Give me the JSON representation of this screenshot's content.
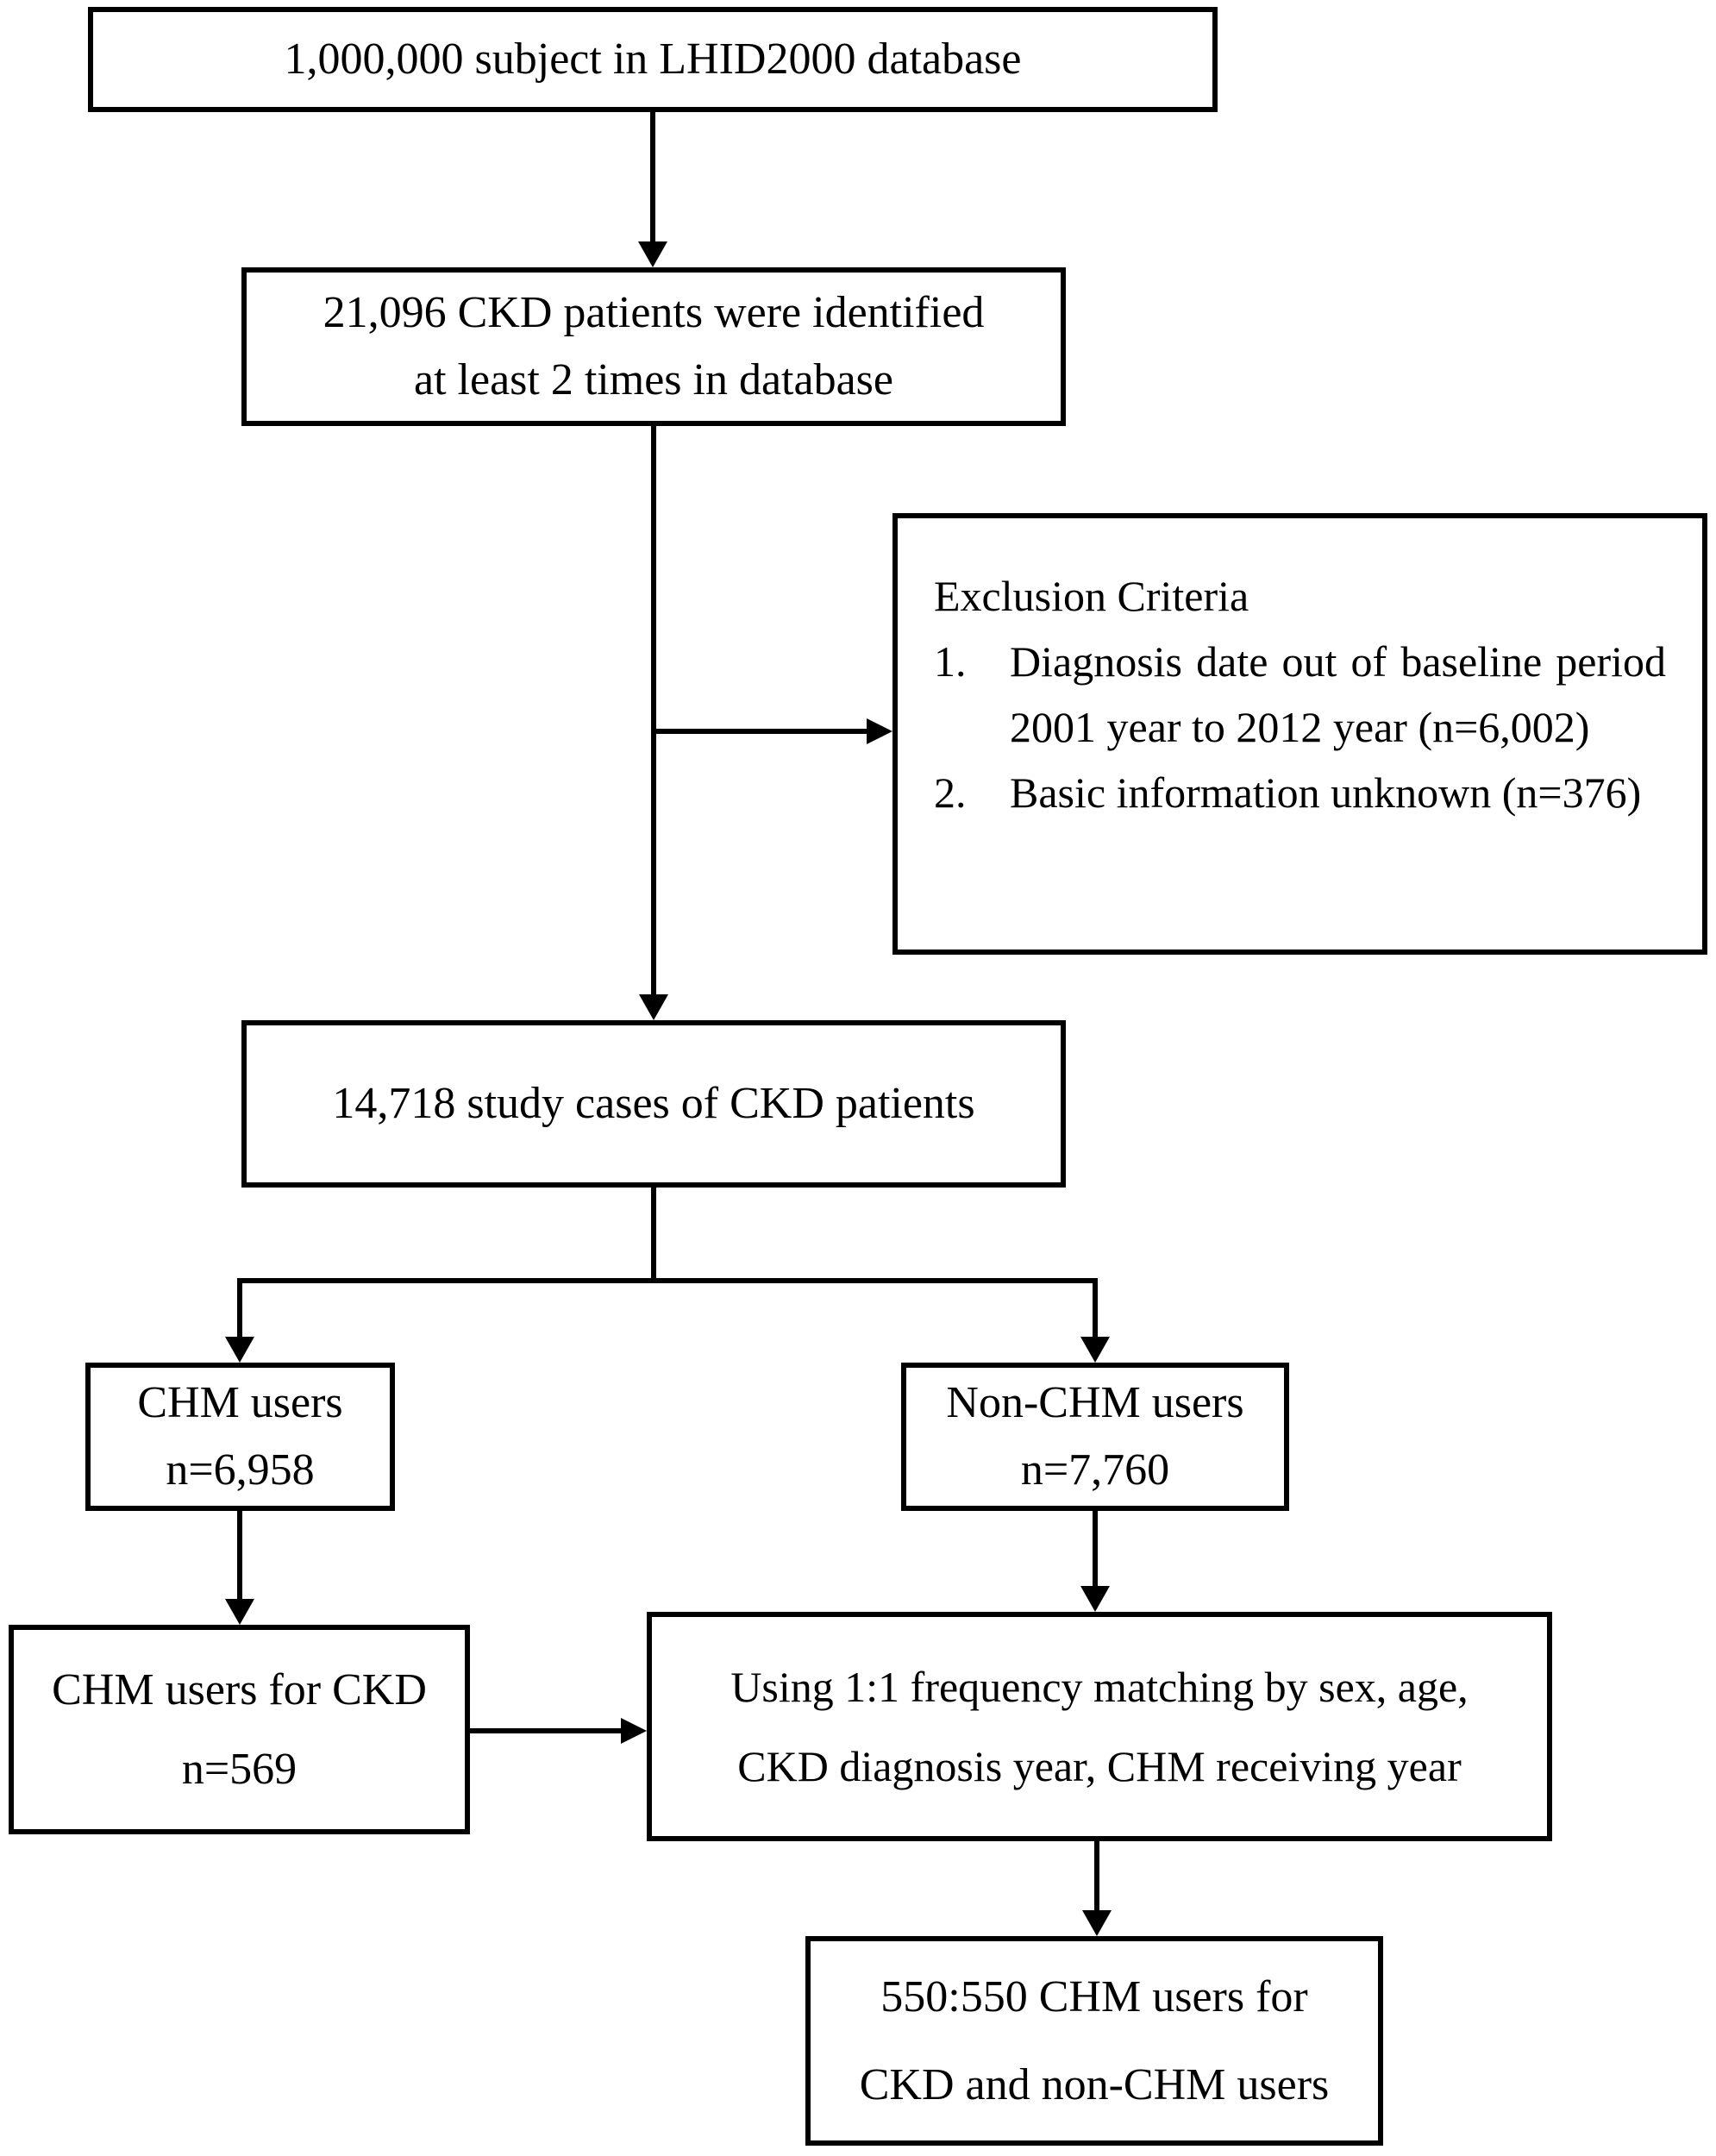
{
  "diagram": {
    "background_color": "#ffffff",
    "line_color": "#000000",
    "nodes": {
      "database": {
        "lines": [
          "1,000,000 subject in LHID2000 database"
        ]
      },
      "identified": {
        "lines": [
          "21,096 CKD patients were identified",
          "at least 2 times in database"
        ]
      },
      "exclusion": {
        "title": "Exclusion Criteria",
        "items": [
          {
            "number": "1.",
            "text": "Diagnosis date out of baseline period 2001 year to 2012 year (n=6,002)"
          },
          {
            "number": "2.",
            "text": "Basic information unknown (n=376)"
          }
        ]
      },
      "study_cases": {
        "lines": [
          "14,718 study cases of CKD patients"
        ]
      },
      "chm_users": {
        "lines": [
          "CHM users",
          "n=6,958"
        ]
      },
      "non_chm_users": {
        "lines": [
          "Non-CHM users",
          "n=7,760"
        ]
      },
      "chm_users_for_ckd": {
        "lines": [
          "CHM users for CKD",
          "n=569"
        ]
      },
      "matching": {
        "lines": [
          "Using 1:1 frequency matching by sex, age,",
          "CKD diagnosis year, CHM receiving year"
        ]
      },
      "final_cohort": {
        "lines": [
          "550:550 CHM users for",
          "CKD and non-CHM users"
        ]
      }
    }
  }
}
